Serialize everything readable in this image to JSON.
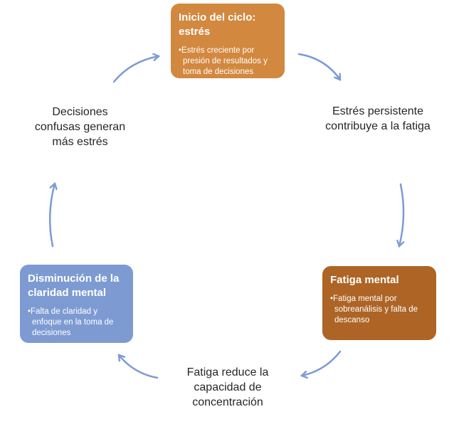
{
  "diagram": {
    "type": "cycle",
    "bullet": "•",
    "arrow_color": "#7C9BD4",
    "label_color": "#262626",
    "node_text_color": "#FFFFFF",
    "background_color": "#FFFFFF",
    "nodes": [
      {
        "id": "inicio",
        "title": "Inicio del ciclo: estrés",
        "body": "Estrés creciente por presión de resultados y toma de decisiones",
        "color": "#D2883F"
      },
      {
        "id": "fatiga-mental",
        "title": "Fatiga mental",
        "body": "Fatiga mental por sobreanálisis y falta de descanso",
        "color": "#AD6425"
      },
      {
        "id": "claridad-mental",
        "title": "Disminución de la claridad mental",
        "body": "Falta de claridad y enfoque en la toma de decisiones",
        "color": "#7D9BD2"
      }
    ],
    "labels": [
      {
        "id": "estres-persistente",
        "text": "Estrés persistente contribuye a la fatiga"
      },
      {
        "id": "fatiga-reduce",
        "text": "Fatiga reduce la capacidad de concentración"
      },
      {
        "id": "decisiones-confusas",
        "text": "Decisiones confusas generan más estrés"
      }
    ],
    "flow": [
      {
        "from": "inicio",
        "to": "estres-persistente"
      },
      {
        "from": "estres-persistente",
        "to": "fatiga-mental"
      },
      {
        "from": "fatiga-mental",
        "to": "fatiga-reduce"
      },
      {
        "from": "fatiga-reduce",
        "to": "claridad-mental"
      },
      {
        "from": "claridad-mental",
        "to": "decisiones-confusas"
      },
      {
        "from": "decisiones-confusas",
        "to": "inicio"
      }
    ]
  }
}
